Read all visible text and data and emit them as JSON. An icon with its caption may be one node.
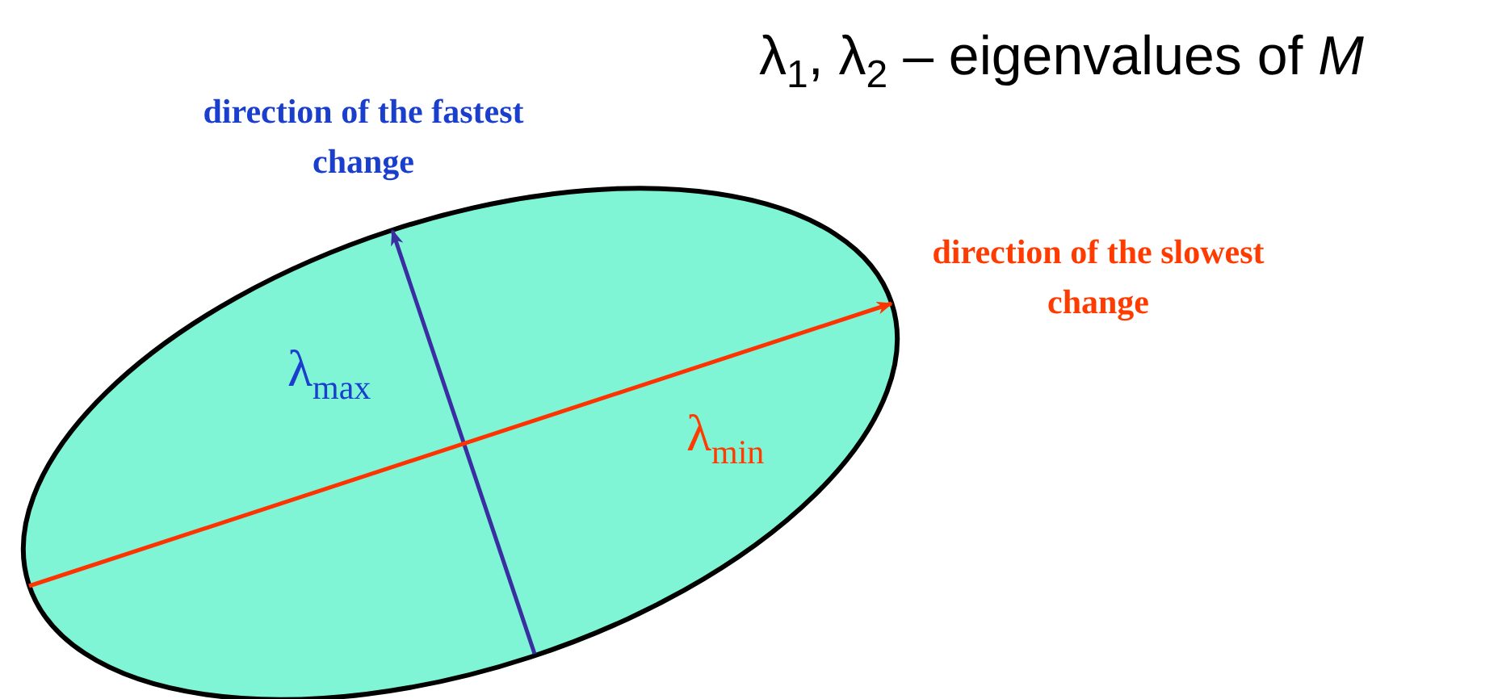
{
  "diagram": {
    "title": "λ$_{1}$, λ$_{2}$ – eigenvalues of *M*",
    "labels": [
      "direction of the fastest change",
      "direction of the slowest change",
      "λ$_{max}$",
      "λ$_{min}$"
    ]
  }
}
